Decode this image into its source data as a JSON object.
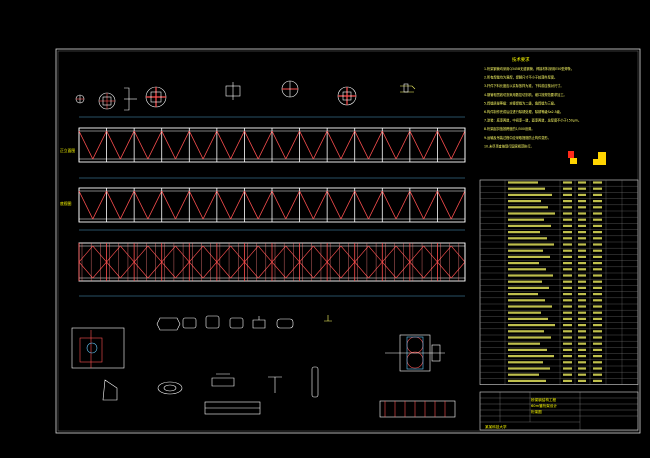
{
  "notes": {
    "title": "技术要求",
    "lines": [
      "1.桁架钢管均采用Q345B无缝钢管，焊接材料采用E50型焊条。",
      "2.所有焊缝均为满焊，焊脚尺寸不小于较薄件厚度。",
      "3.杆件下料长度应以实际放样为准，下料前应核对尺寸。",
      "4.钢管相贯线切割采用数控切割机，坡口按规范要求加工。",
      "5.焊缝质量等级：对接焊缝为二级，角焊缝为三级。",
      "6.构件制作完成后应进行除锈处理，除锈等级Sa2.5级。",
      "7.涂装：底漆两道，中间漆一道，面漆两道，总厚度不小于150μm。",
      "8.桁架起拱值按跨度的1/500设置。",
      "9.运输及吊装过程中应采取措施防止构件变形。",
      "10.未尽事宜按现行国家规范执行。"
    ]
  },
  "views": {
    "front_label": "正立面图",
    "bottom_label": "底视图"
  },
  "title_block": {
    "project_line1": "桥梁钢结构工程",
    "project_line2": "60m管桁架设计",
    "drawing_name": "桁架图",
    "school": "某某科技大学"
  },
  "colors": {
    "background": "#000000",
    "frame": "#ffffff",
    "chord": "#ffffff",
    "web": "#ff5050",
    "text": "#ffff00"
  }
}
